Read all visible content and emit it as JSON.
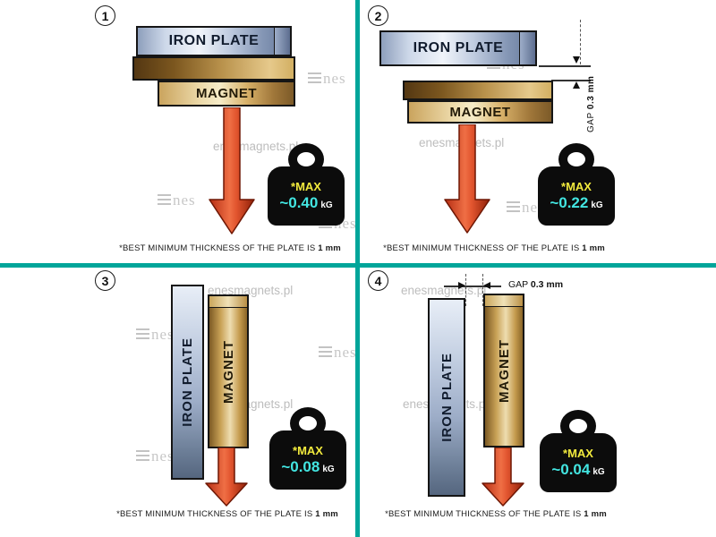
{
  "labels": {
    "iron_plate": "IRON PLATE",
    "magnet": "MAGNET",
    "max": "*MAX",
    "kg_unit": "kG",
    "gap": "GAP",
    "gap_value": "0.3 mm",
    "caption_text": "*BEST MINIMUM THICKNESS OF THE PLATE IS",
    "caption_bold": "1 mm"
  },
  "panels": [
    {
      "number": "1",
      "force": "~0.40"
    },
    {
      "number": "2",
      "force": "~0.22"
    },
    {
      "number": "3",
      "force": "~0.08"
    },
    {
      "number": "4",
      "force": "~0.04"
    }
  ],
  "watermarks": {
    "site": "enesmagnets.pl",
    "logo_text": "nes"
  },
  "colors": {
    "divider_teal": "#00a59a",
    "arrow_red": "#d9431f",
    "weight_black": "#0c0c0c",
    "max_yellow": "#f2ea3d",
    "force_cyan": "#43e6e2"
  }
}
